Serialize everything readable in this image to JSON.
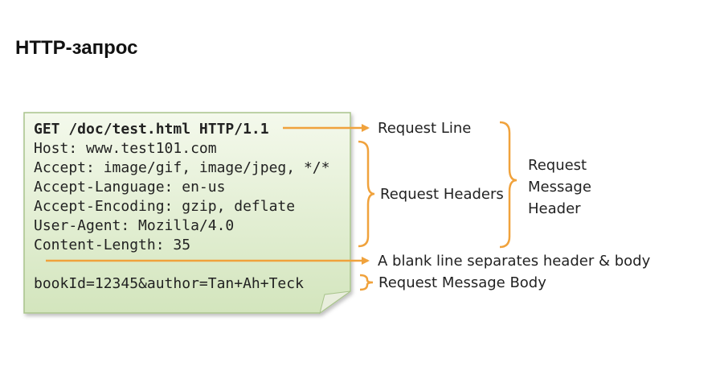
{
  "title": "HTTP-запрос",
  "request": {
    "request_line": "GET /doc/test.html HTTP/1.1",
    "headers": [
      "Host: www.test101.com",
      "Accept: image/gif, image/jpeg, */*",
      "Accept-Language: en-us",
      "Accept-Encoding: gzip, deflate",
      "User-Agent: Mozilla/4.0",
      "Content-Length: 35"
    ],
    "body": "bookId=12345&author=Tan+Ah+Teck"
  },
  "annotations": {
    "request_line": "Request Line",
    "request_headers": "Request Headers",
    "message_header": [
      "Request",
      "Message",
      "Header"
    ],
    "blank_line": "A blank line separates header & body",
    "message_body": "Request Message Body"
  },
  "colors": {
    "note_fill_top": "#f3f8ea",
    "note_fill_bottom": "#d5e6c0",
    "note_border": "#aac48e",
    "annotation_orange": "#f0a23c"
  }
}
